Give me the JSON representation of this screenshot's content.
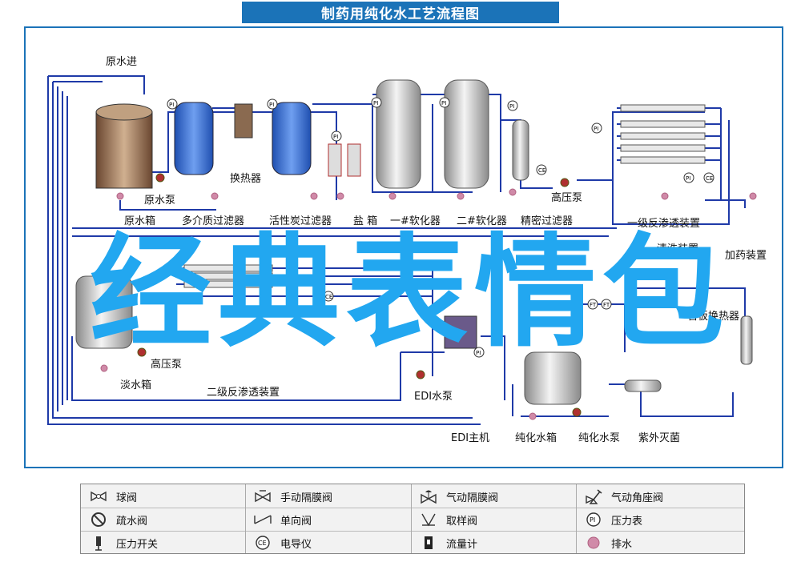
{
  "title": "制药用纯化水工艺流程图",
  "watermark": "经典表情包",
  "labels": {
    "raw_water_in": "原水进",
    "raw_water_pump": "原水泵",
    "heat_exchanger": "换热器",
    "raw_water_tank": "原水箱",
    "multimedia_filter": "多介质过滤器",
    "carbon_filter": "活性炭过滤器",
    "salt_tank": "盐 箱",
    "softener_1": "一#软化器",
    "softener_2": "二#软化器",
    "precision_filter": "精密过滤器",
    "high_pressure_pump_1": "高压泵",
    "ro_stage_1": "一级反渗透装置",
    "cleaning_unit": "清洗装置",
    "dosing_unit": "加药装置",
    "tube_heat_exchanger": "管板换热器",
    "high_pressure_pump_2": "高压泵",
    "fresh_water_tank": "淡水箱",
    "ro_stage_2": "二级反渗透装置",
    "edi_pump": "EDI水泵",
    "edi_host": "EDI主机",
    "pure_water_tank": "纯化水箱",
    "pure_water_pump": "纯化水泵",
    "uv_sterilizer": "紫外灭菌"
  },
  "legend": [
    {
      "icon": "ball-valve-icon",
      "label": "球阀"
    },
    {
      "icon": "manual-diaphragm-valve-icon",
      "label": "手动隔膜阀"
    },
    {
      "icon": "pneumatic-diaphragm-valve-icon",
      "label": "气动隔膜阀"
    },
    {
      "icon": "pneumatic-angle-valve-icon",
      "label": "气动角座阀"
    },
    {
      "icon": "drain-valve-icon",
      "label": "疏水阀"
    },
    {
      "icon": "check-valve-icon",
      "label": "单向阀"
    },
    {
      "icon": "sampling-valve-icon",
      "label": "取样阀"
    },
    {
      "icon": "pressure-gauge-icon",
      "label": "压力表"
    },
    {
      "icon": "pressure-switch-icon",
      "label": "压力开关"
    },
    {
      "icon": "conductivity-meter-icon",
      "label": "电导仪"
    },
    {
      "icon": "flow-meter-icon",
      "label": "流量计"
    },
    {
      "icon": "drain-icon",
      "label": "排水"
    }
  ],
  "gauge_text": "PI",
  "ce_text": "CE",
  "ft_text": "FT",
  "colors": {
    "pipe": "#1f3aa8",
    "title_bg": "#1b73b8",
    "tank_blue": "#3a6fd0",
    "watermark": "#22a7f0",
    "pump": "#b03030",
    "drain": "#d08aa8"
  }
}
